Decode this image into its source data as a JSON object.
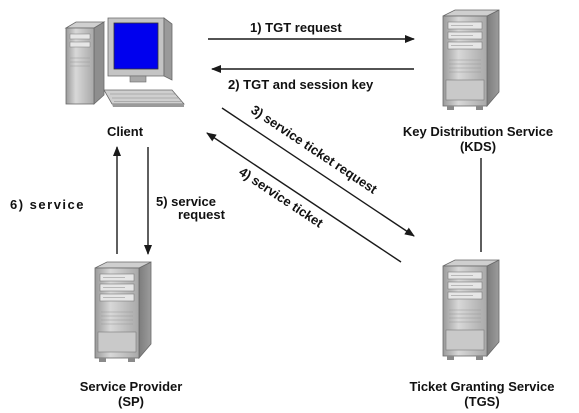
{
  "nodes": {
    "client": {
      "label": "Client"
    },
    "kds": {
      "label_line1": "Key Distribution Service",
      "label_line2": "(KDS)"
    },
    "tgs": {
      "label_line1": "Ticket Granting Service",
      "label_line2": "(TGS)"
    },
    "sp": {
      "label_line1": "Service Provider",
      "label_line2": "(SP)"
    }
  },
  "edges": {
    "step1": {
      "label": "1)  TGT request"
    },
    "step2": {
      "label": "2)  TGT and session key"
    },
    "step3": {
      "label": "3)  service ticket request"
    },
    "step4": {
      "label": "4)  service ticket"
    },
    "step5": {
      "label_line1": "5)  service",
      "label_line2": "request"
    },
    "step6": {
      "label": "6)   service"
    }
  },
  "colors": {
    "server_body": "#b7b7b7",
    "monitor_screen": "#0000ee",
    "line": "#1a1a1a"
  }
}
